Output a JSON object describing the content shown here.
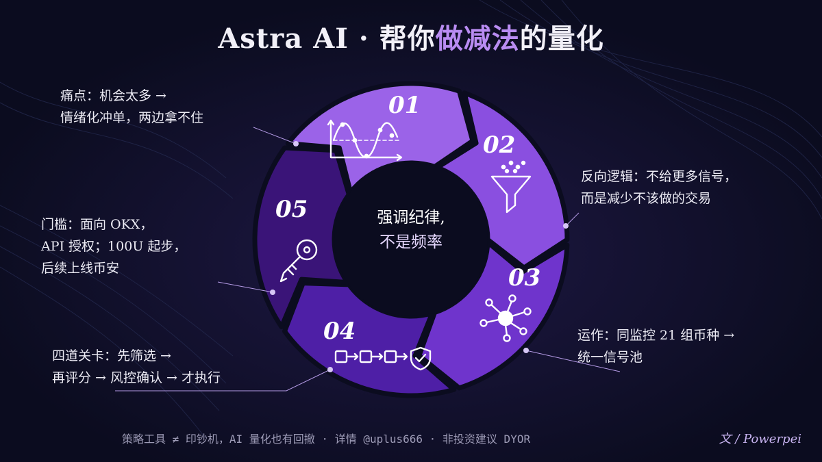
{
  "title": {
    "prefix": "Astra AI · 帮你",
    "highlight": "做减法",
    "suffix": "的量化"
  },
  "center": {
    "line1": "强调纪律,",
    "line2": "不是频率"
  },
  "steps": [
    {
      "number": "01",
      "icon": "wave-chart-icon",
      "note": [
        "痛点：机会太多 →",
        "情绪化冲单，两边拿不住"
      ]
    },
    {
      "number": "02",
      "icon": "funnel-icon",
      "note": [
        "反向逻辑：不给更多信号，",
        "而是减少不该做的交易"
      ]
    },
    {
      "number": "03",
      "icon": "network-hub-icon",
      "note": [
        "运作：同监控 21 组币种 →",
        "统一信号池"
      ]
    },
    {
      "number": "04",
      "icon": "pipeline-shield-icon",
      "note": [
        "四道关卡：先筛选 →",
        "再评分 → 风控确认 → 才执行"
      ]
    },
    {
      "number": "05",
      "icon": "key-icon",
      "note": [
        "门槛：面向 OKX，",
        "API 授权；100U 起步，",
        "后续上线币安"
      ]
    }
  ],
  "colors": {
    "background": "#0b0c1f",
    "accent": "#b98cf2",
    "segment_01": "#9b63e8",
    "segment_02": "#8a4fe0",
    "segment_03": "#6f34cc",
    "segment_04": "#4e1fa6",
    "segment_05": "#3a1478"
  },
  "footer": {
    "disclaimer": "策略工具 ≠ 印钞机，AI 量化也有回撤 · 详情 @uplus666 · 非投资建议 DYOR",
    "byline": "文 / Powerpei"
  }
}
